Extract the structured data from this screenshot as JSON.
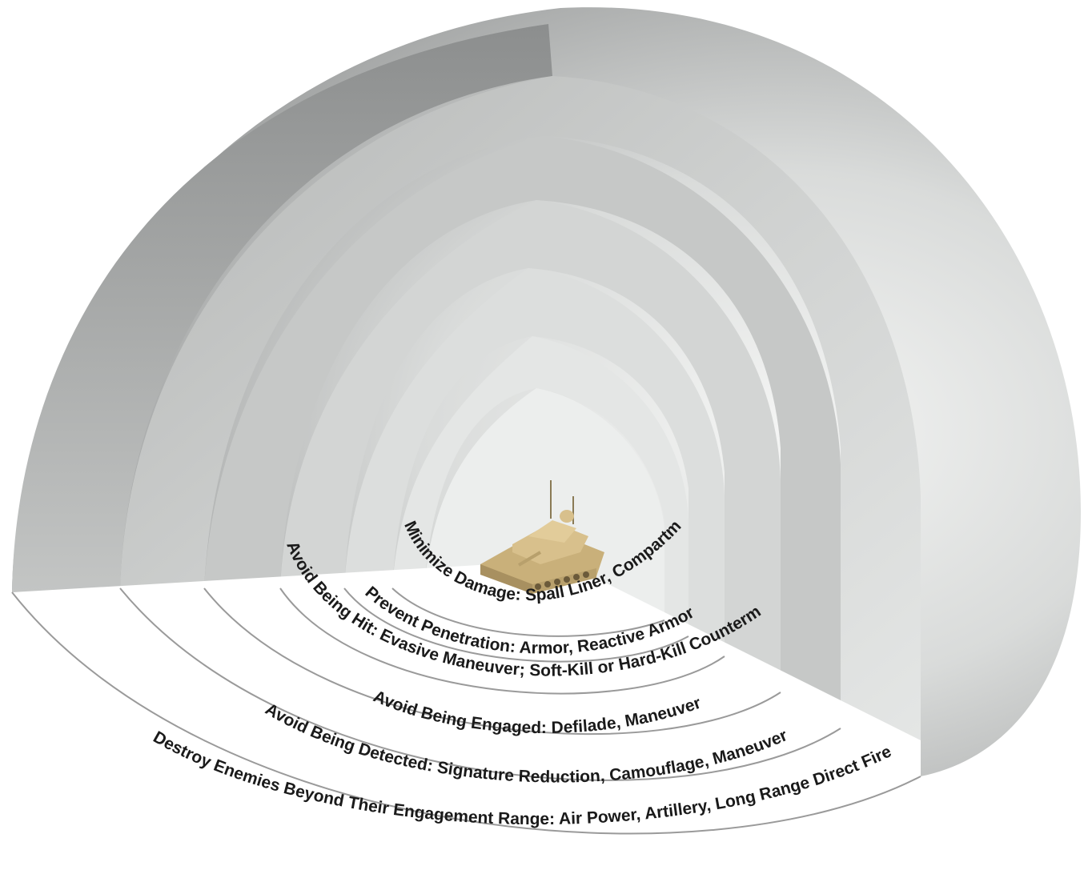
{
  "diagram": {
    "layers": [
      {
        "id": "destroy",
        "label": "Destroy Enemies Beyond Their Engagement Range: Air Power, Artillery, Long Range Direct Fire"
      },
      {
        "id": "detected",
        "label": "Avoid Being Detected: Signature Reduction, Camouflage,  Maneuver"
      },
      {
        "id": "engaged",
        "label": "Avoid Being Engaged: Defilade, Maneuver"
      },
      {
        "id": "hit",
        "label": "Avoid Being Hit: Evasive Maneuver; Soft-Kill or Hard-Kill Countermeasures"
      },
      {
        "id": "penetration",
        "label": "Prevent Penetration: Armor, Reactive Armor"
      },
      {
        "id": "damage",
        "label": "Minimize Damage: Spall Liner, Compartments"
      }
    ],
    "center_object": "armored-vehicle",
    "colors": {
      "shell_light": "#f2f3f2",
      "shell_mid": "#c9cbca",
      "shell_dark": "#8e9090",
      "floor": "#ffffff",
      "ring_line": "#9a9a9a",
      "vehicle_body": "#d8c08c",
      "vehicle_shadow": "#a89060",
      "text": "#1a1a1a"
    }
  }
}
